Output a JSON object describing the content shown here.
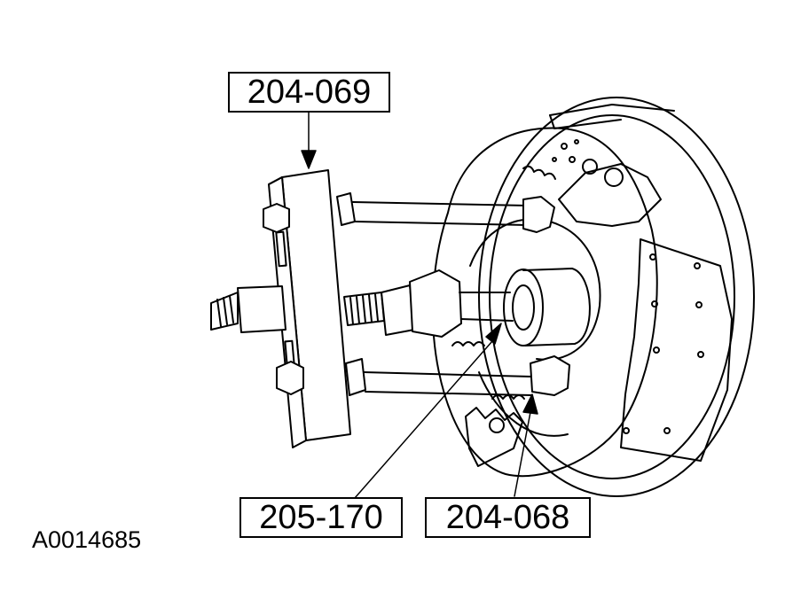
{
  "callouts": {
    "top_tool": "204-069",
    "center_tool": "205-170",
    "right_tool": "204-068"
  },
  "figure_id": "A0014685",
  "colors": {
    "line": "#000000",
    "background": "#ffffff"
  }
}
